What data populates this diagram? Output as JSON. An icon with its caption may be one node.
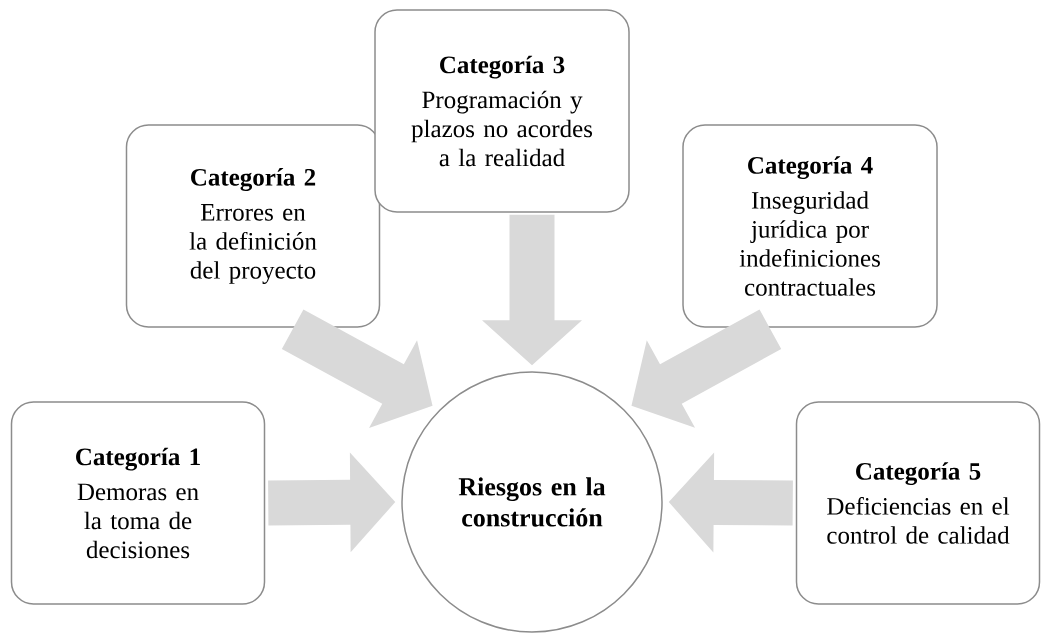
{
  "diagram": {
    "nodes": [
      {
        "text": [
          "Categoría 1",
          "Demoras en la toma de decisiones"
        ]
      },
      {
        "text": [
          "Categoría 2",
          "Errores en la definición del proyecto"
        ]
      },
      {
        "text": [
          "Categoría 3",
          "Programación y plazos no acordes a la realidad"
        ]
      },
      {
        "text": [
          "Categoría 4",
          "Inseguridad jurídica por indefiniciones contractuales"
        ]
      },
      {
        "text": [
          "Categoría 5",
          "Deficiencias en el control de calidad"
        ]
      },
      {
        "text": [
          "Riesgos en la construcción"
        ]
      }
    ],
    "edges": [
      {
        "from": 0,
        "to": 5,
        "arrow": "to"
      },
      {
        "from": 1,
        "to": 5,
        "arrow": "to"
      },
      {
        "from": 2,
        "to": 5,
        "arrow": "to"
      },
      {
        "from": 3,
        "to": 5,
        "arrow": "to"
      },
      {
        "from": 4,
        "to": 5,
        "arrow": "to"
      }
    ]
  }
}
